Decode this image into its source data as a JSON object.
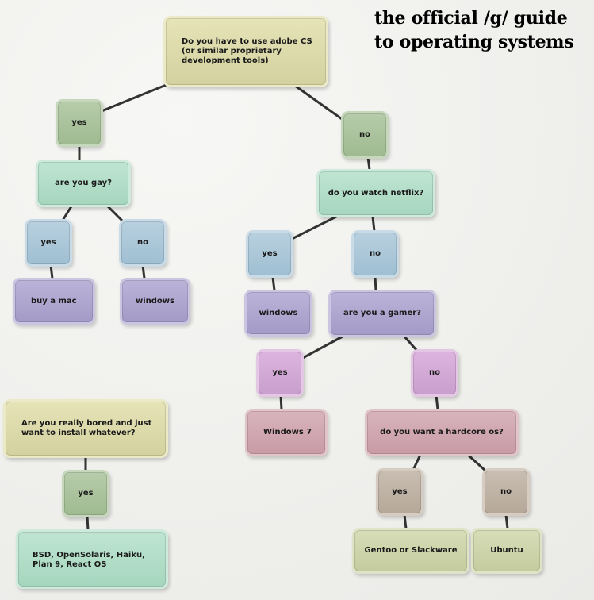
{
  "title": {
    "line1": "the official /g/ guide",
    "line2": "to operating systems"
  },
  "nodes": {
    "adobe_question": "Do you have to use adobe CS\n(or similar proprietary\ndevelopment tools)",
    "adobe_yes": "yes",
    "adobe_no": "no",
    "gay_question": "are you gay?",
    "gay_yes": "yes",
    "gay_no": "no",
    "buy_mac": "buy a mac",
    "windows_left": "windows",
    "netflix_question": "do you watch netflix?",
    "netflix_yes": "yes",
    "netflix_no": "no",
    "windows_right": "windows",
    "gamer_question": "are you a gamer?",
    "gamer_yes": "yes",
    "gamer_no": "no",
    "windows7": "Windows 7",
    "hardcore_question": "do you want a hardcore os?",
    "hardcore_yes": "yes",
    "hardcore_no": "no",
    "gentoo": "Gentoo or Slackware",
    "ubuntu": "Ubuntu",
    "bored_question": "Are you really bored and just\nwant to install whatever?",
    "bored_yes": "yes",
    "bsd": "BSD, OpenSolaris, Haiku,\nPlan 9, React OS"
  },
  "colors": {
    "edge": "#333333",
    "question_tan": "#d9d7a8",
    "answer_green": "#a8c19b",
    "question_mint": "#b0dcc6",
    "answer_blue": "#a9c7d8",
    "outcome_purple": "#aca4cd",
    "answer_violet": "#d0a8d4",
    "outcome_rose": "#cda3ad",
    "answer_taupe": "#bcb0a2",
    "outcome_olive": "#cbd2a9"
  }
}
